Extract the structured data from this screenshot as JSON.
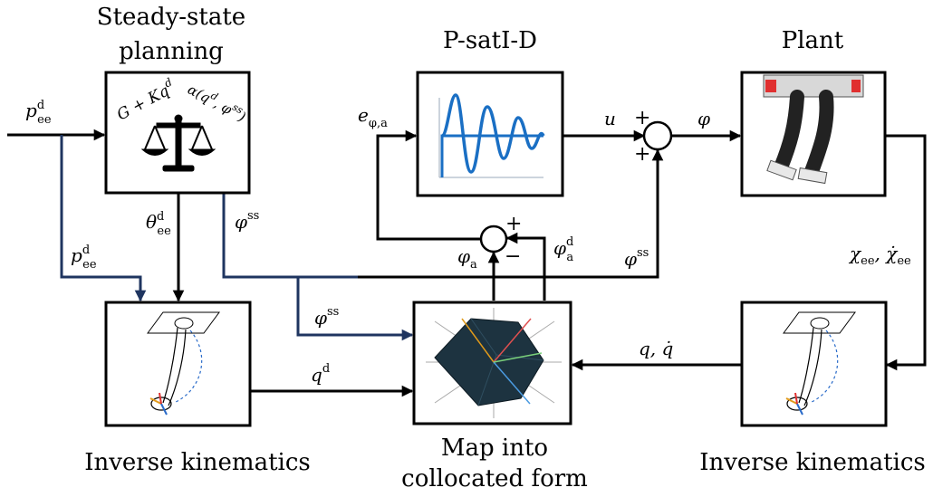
{
  "blocks": {
    "planning": {
      "title_line1": "Steady-state",
      "title_line2": "planning",
      "eq_left": "G + Kq",
      "eq_left_sup": "d",
      "eq_right": "α(q",
      "eq_right_sup": "d",
      "eq_right_tail": ", φ",
      "eq_right_tail_sup": "ss",
      "eq_right_close": ")"
    },
    "controller": {
      "title": "P-satI-D"
    },
    "plant": {
      "title": "Plant"
    },
    "ik_left": {
      "title": "Inverse kinematics"
    },
    "ik_right": {
      "title": "Inverse kinematics"
    },
    "map": {
      "title_line1": "Map into",
      "title_line2": "collocated form"
    }
  },
  "signals": {
    "p_ee_in": {
      "base": "p",
      "sub": "ee",
      "sup": "d"
    },
    "p_ee_branch": {
      "base": "p",
      "sub": "ee",
      "sup": "d"
    },
    "theta_ee": {
      "base": "θ",
      "sub": "ee",
      "sup": "d"
    },
    "phi_ss_top": {
      "base": "φ",
      "sup": "ss"
    },
    "phi_ss_mid": {
      "base": "φ",
      "sup": "ss"
    },
    "phi_ss_right": {
      "base": "φ",
      "sup": "ss"
    },
    "e_phi_a": {
      "base": "e",
      "sub": "φ,a"
    },
    "u": {
      "base": "u"
    },
    "phi": {
      "base": "φ"
    },
    "phi_a": {
      "base": "φ",
      "sub": "a"
    },
    "phi_a_d": {
      "base": "φ",
      "sub": "a",
      "sup": "d"
    },
    "chi": {
      "text": "χ",
      "sub": "ee",
      "sep": ", ",
      "text2": "χ̇",
      "sub2": "ee"
    },
    "q_qdot": {
      "text": "q, q̇"
    },
    "q_d": {
      "base": "q",
      "sup": "d"
    }
  },
  "sum_signs": {
    "main_plus_top": "+",
    "main_plus_bottom": "+",
    "inner_plus": "+",
    "inner_minus": "−"
  },
  "colors": {
    "line": "#000000",
    "feedforward": "#1f3560",
    "response": "#1a6fc4"
  }
}
